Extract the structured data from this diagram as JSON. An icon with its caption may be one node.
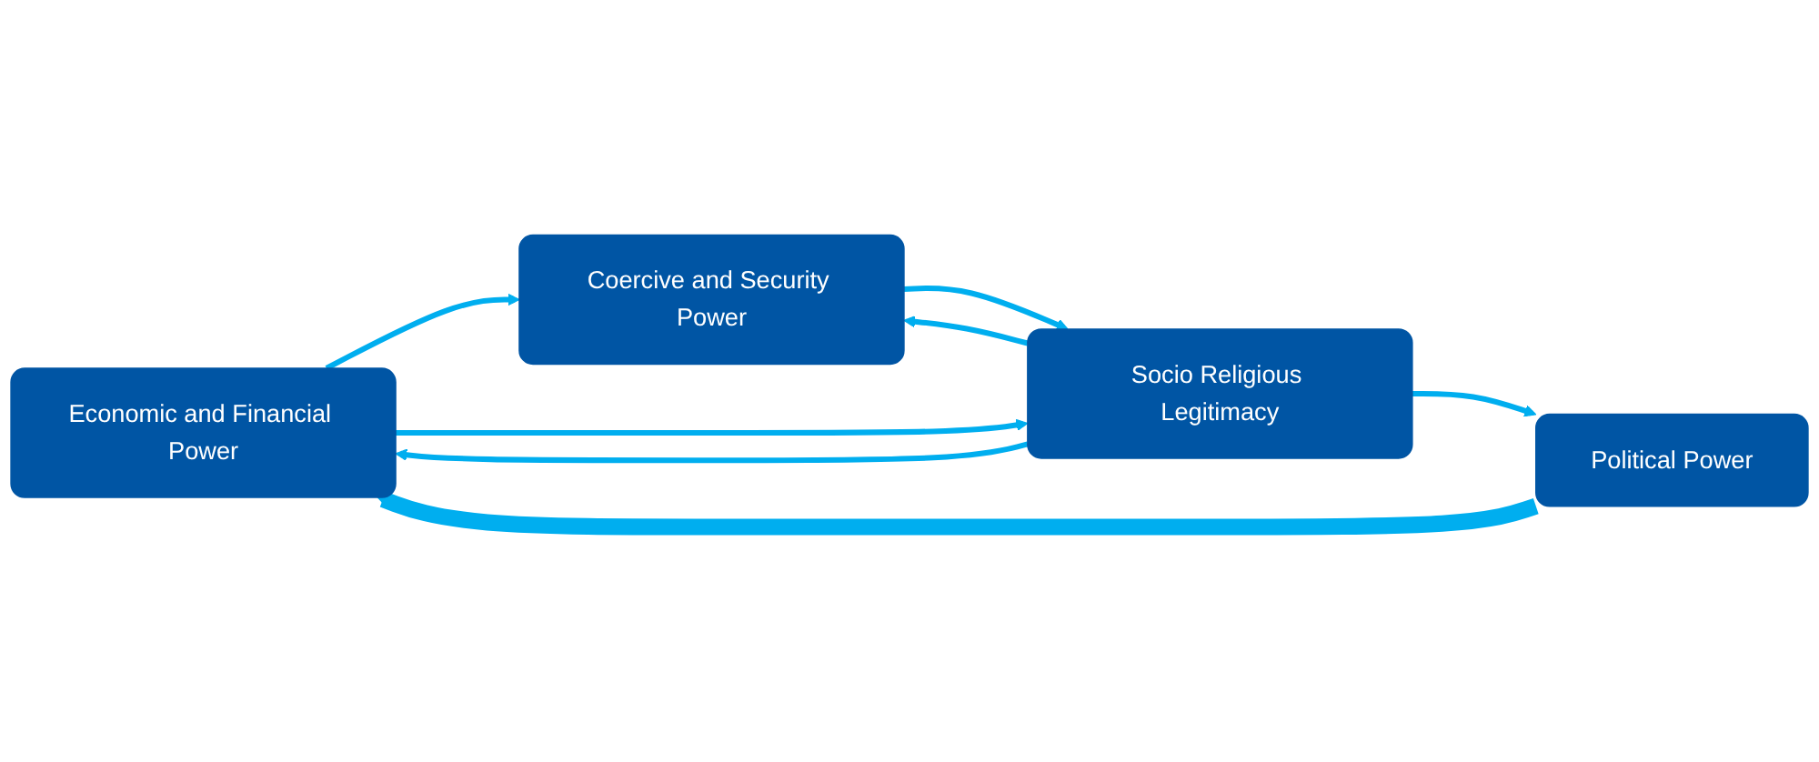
{
  "diagram": {
    "nodes": [
      {
        "text": [
          "Economic and Financial Power"
        ]
      },
      {
        "text": [
          "Coercive and Security Power"
        ]
      },
      {
        "text": [
          "Socio Religious Legitimacy"
        ]
      },
      {
        "text": [
          "Political Power"
        ]
      }
    ],
    "edges": [
      {
        "from": 0,
        "to": 1,
        "arrow": "to"
      },
      {
        "from": 0,
        "to": 2,
        "arrow": "to"
      },
      {
        "from": 2,
        "to": 0,
        "arrow": "to"
      },
      {
        "from": 1,
        "to": 2,
        "arrow": "to"
      },
      {
        "from": 2,
        "to": 1,
        "arrow": "to"
      },
      {
        "from": 2,
        "to": 3,
        "arrow": "to"
      },
      {
        "from": 3,
        "to": 0,
        "arrow": "to",
        "style": "thick"
      }
    ]
  }
}
